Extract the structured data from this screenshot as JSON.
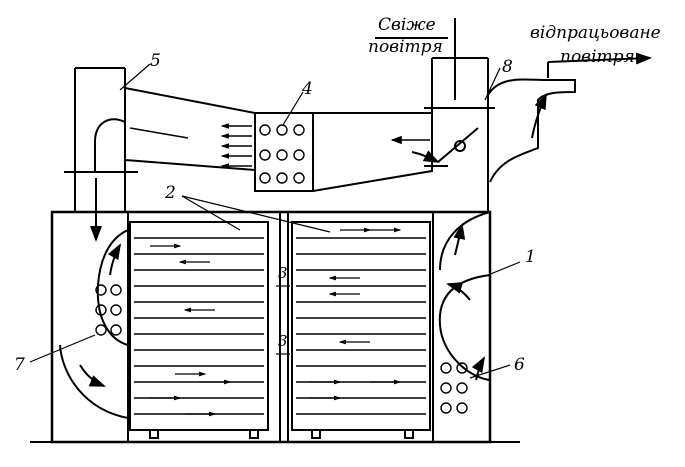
{
  "labels": {
    "fresh_air": [
      "Свіже",
      "повітря"
    ],
    "exhaust_air": [
      "відпрацьоване",
      "повітря"
    ],
    "n1": "1",
    "n2": "2",
    "n3a": "3",
    "n3b": "3",
    "n4": "4",
    "n5": "5",
    "n6": "6",
    "n7": "7",
    "n8": "8"
  }
}
